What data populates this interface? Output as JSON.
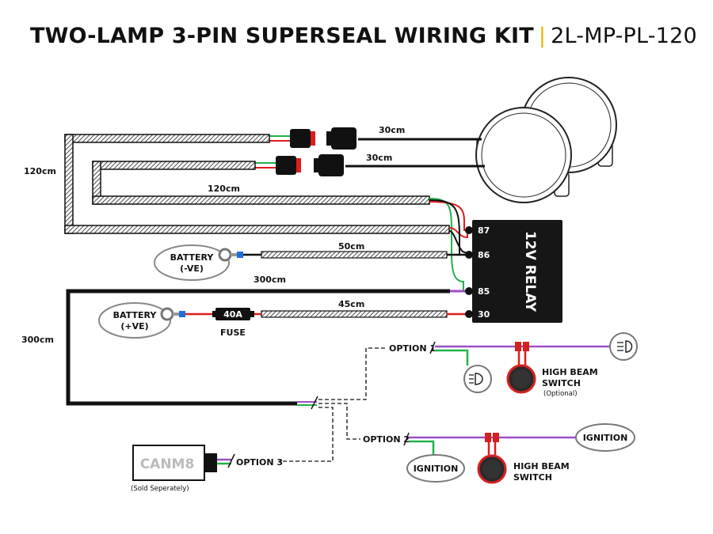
{
  "title": {
    "main": "TWO-LAMP 3-PIN SUPERSEAL WIRING KIT",
    "code": "2L-MP-PL-120"
  },
  "lengths": {
    "lamp1_lead": "30cm",
    "lamp2_lead": "30cm",
    "outer_loop": "120cm",
    "inner_loop": "120cm",
    "battery_neg_lead": "50cm",
    "trigger_lead": "300cm",
    "battery_pos_lead": "45cm",
    "trigger_vertical": "300cm"
  },
  "battery_neg": {
    "line1": "BATTERY",
    "line2": "(-VE)"
  },
  "battery_pos": {
    "line1": "BATTERY",
    "line2": "(+VE)"
  },
  "fuse": {
    "rating": "40A",
    "label": "FUSE"
  },
  "relay": {
    "label": "12V RELAY",
    "pins": [
      "87",
      "86",
      "85",
      "30"
    ]
  },
  "options": {
    "option1": "OPTION 1",
    "option2": "OPTION 2",
    "option3": "OPTION 3"
  },
  "switch1": {
    "line1": "HIGH BEAM",
    "line2": "SWITCH",
    "note": "(Optional)"
  },
  "switch2": {
    "line1": "HIGH BEAM",
    "line2": "SWITCH"
  },
  "ignition": {
    "left": "IGNITION",
    "right": "IGNITION"
  },
  "canm8": {
    "name": "CANM8",
    "note": "(Sold Seperately)"
  },
  "colors": {
    "black": "#111111",
    "red": "#e01b1b",
    "green": "#22b24c",
    "purple": "#9a4fc4",
    "yellow_separator": "#e8b400",
    "blue_terminal": "#1e6fd9"
  }
}
